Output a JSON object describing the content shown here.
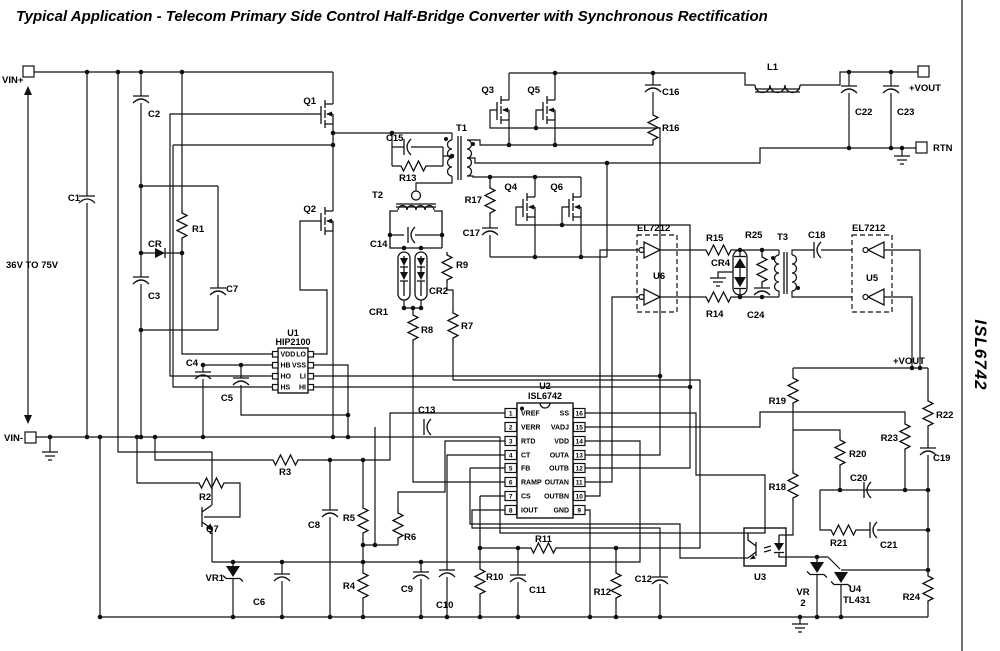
{
  "title": "Typical Application - Telecom Primary Side Control Half-Bridge Converter with Synchronous Rectification",
  "side_label": "ISL6742",
  "terminals": {
    "vin_plus": "VIN+",
    "vin_minus": "VIN-",
    "vout_top": "+VOUT",
    "rtn": "RTN",
    "vout_mid": "+VOUT",
    "input_range": "36V TO 75V"
  },
  "transformers": {
    "t1": "T1",
    "t2": "T2",
    "t3": "T3"
  },
  "inductors": {
    "l1": "L1"
  },
  "mosfets": {
    "q1": "Q1",
    "q2": "Q2",
    "q3": "Q3",
    "q4": "Q4",
    "q5": "Q5",
    "q6": "Q6"
  },
  "transistors": {
    "q7": "Q7"
  },
  "resistors": {
    "r1": "R1",
    "r2": "R2",
    "r3": "R3",
    "r4": "R4",
    "r5": "R5",
    "r6": "R6",
    "r7": "R7",
    "r8": "R8",
    "r9": "R9",
    "r10": "R10",
    "r11": "R11",
    "r12": "R12",
    "r13": "R13",
    "r14": "R14",
    "r15": "R15",
    "r16": "R16",
    "r17": "R17",
    "r18": "R18",
    "r19": "R19",
    "r20": "R20",
    "r21": "R21",
    "r22": "R22",
    "r23": "R23",
    "r24": "R24",
    "r25": "R25"
  },
  "capacitors": {
    "c1": "C1",
    "c2": "C2",
    "c3": "C3",
    "c4": "C4",
    "c5": "C5",
    "c6": "C6",
    "c7": "C7",
    "c8": "C8",
    "c9": "C9",
    "c10": "C10",
    "c11": "C11",
    "c12": "C12",
    "c13": "C13",
    "c14": "C14",
    "c15": "C15",
    "c16": "C16",
    "c17": "C17",
    "c18": "C18",
    "c19": "C19",
    "c20": "C20",
    "c21": "C21",
    "c22": "C22",
    "c23": "C23",
    "c24": "C24"
  },
  "diodes": {
    "cr": "CR",
    "cr1": "CR1",
    "cr2": "CR2",
    "cr4": "CR4",
    "vr1": "VR1",
    "vr2_line1": "VR",
    "vr2_line2": "2"
  },
  "ics": {
    "u1": {
      "ref": "U1",
      "part": "HIP2100",
      "pins_left": [
        "VDD",
        "HB",
        "HO",
        "HS"
      ],
      "pins_right": [
        "LO",
        "VSS",
        "LI",
        "HI"
      ]
    },
    "u2": {
      "ref": "U2",
      "part": "ISL6742",
      "pins_left": [
        {
          "n": "1",
          "name": "VREF"
        },
        {
          "n": "2",
          "name": "VERR"
        },
        {
          "n": "3",
          "name": "RTD"
        },
        {
          "n": "4",
          "name": "CT"
        },
        {
          "n": "5",
          "name": "FB"
        },
        {
          "n": "6",
          "name": "RAMP"
        },
        {
          "n": "7",
          "name": "CS"
        },
        {
          "n": "8",
          "name": "IOUT"
        }
      ],
      "pins_right": [
        {
          "n": "16",
          "name": "SS"
        },
        {
          "n": "15",
          "name": "VADJ"
        },
        {
          "n": "14",
          "name": "VDD"
        },
        {
          "n": "13",
          "name": "OUTA"
        },
        {
          "n": "12",
          "name": "OUTB"
        },
        {
          "n": "11",
          "name": "OUTAN"
        },
        {
          "n": "10",
          "name": "OUTBN"
        },
        {
          "n": "9",
          "name": "GND"
        }
      ]
    },
    "u3": {
      "ref": "U3"
    },
    "u4": {
      "ref": "U4",
      "part": "TL431"
    },
    "u5": {
      "ref": "U5",
      "part": "EL7212"
    },
    "u6": {
      "ref": "U6",
      "part": "EL7212"
    }
  }
}
